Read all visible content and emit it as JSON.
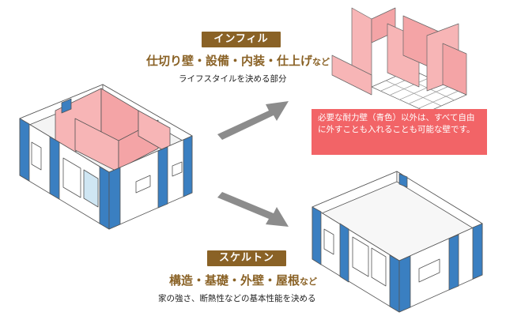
{
  "infill": {
    "label": "インフィル",
    "headline": "仕切り壁・設備・内装・仕上げ",
    "headline_suffix": "など",
    "subline": "ライフスタイルを決める部分"
  },
  "note": {
    "text": "必要な耐力壁（青色）以外は、すべて自由に外すことも入れることも可能な壁です。"
  },
  "skeleton": {
    "label": "スケルトン",
    "headline": "構造・基礎・外壁・屋根",
    "headline_suffix": "など",
    "subline": "家の強さ、断熱性などの基本性能を決める"
  },
  "colors": {
    "brown": "#8a6226",
    "infill_pink": "#f7b5b6",
    "note_bg": "#f26467",
    "bearing_blue": "#3a7fc1",
    "arrow_gray": "#8c8c8c",
    "window_blue": "#cfe6f3"
  }
}
